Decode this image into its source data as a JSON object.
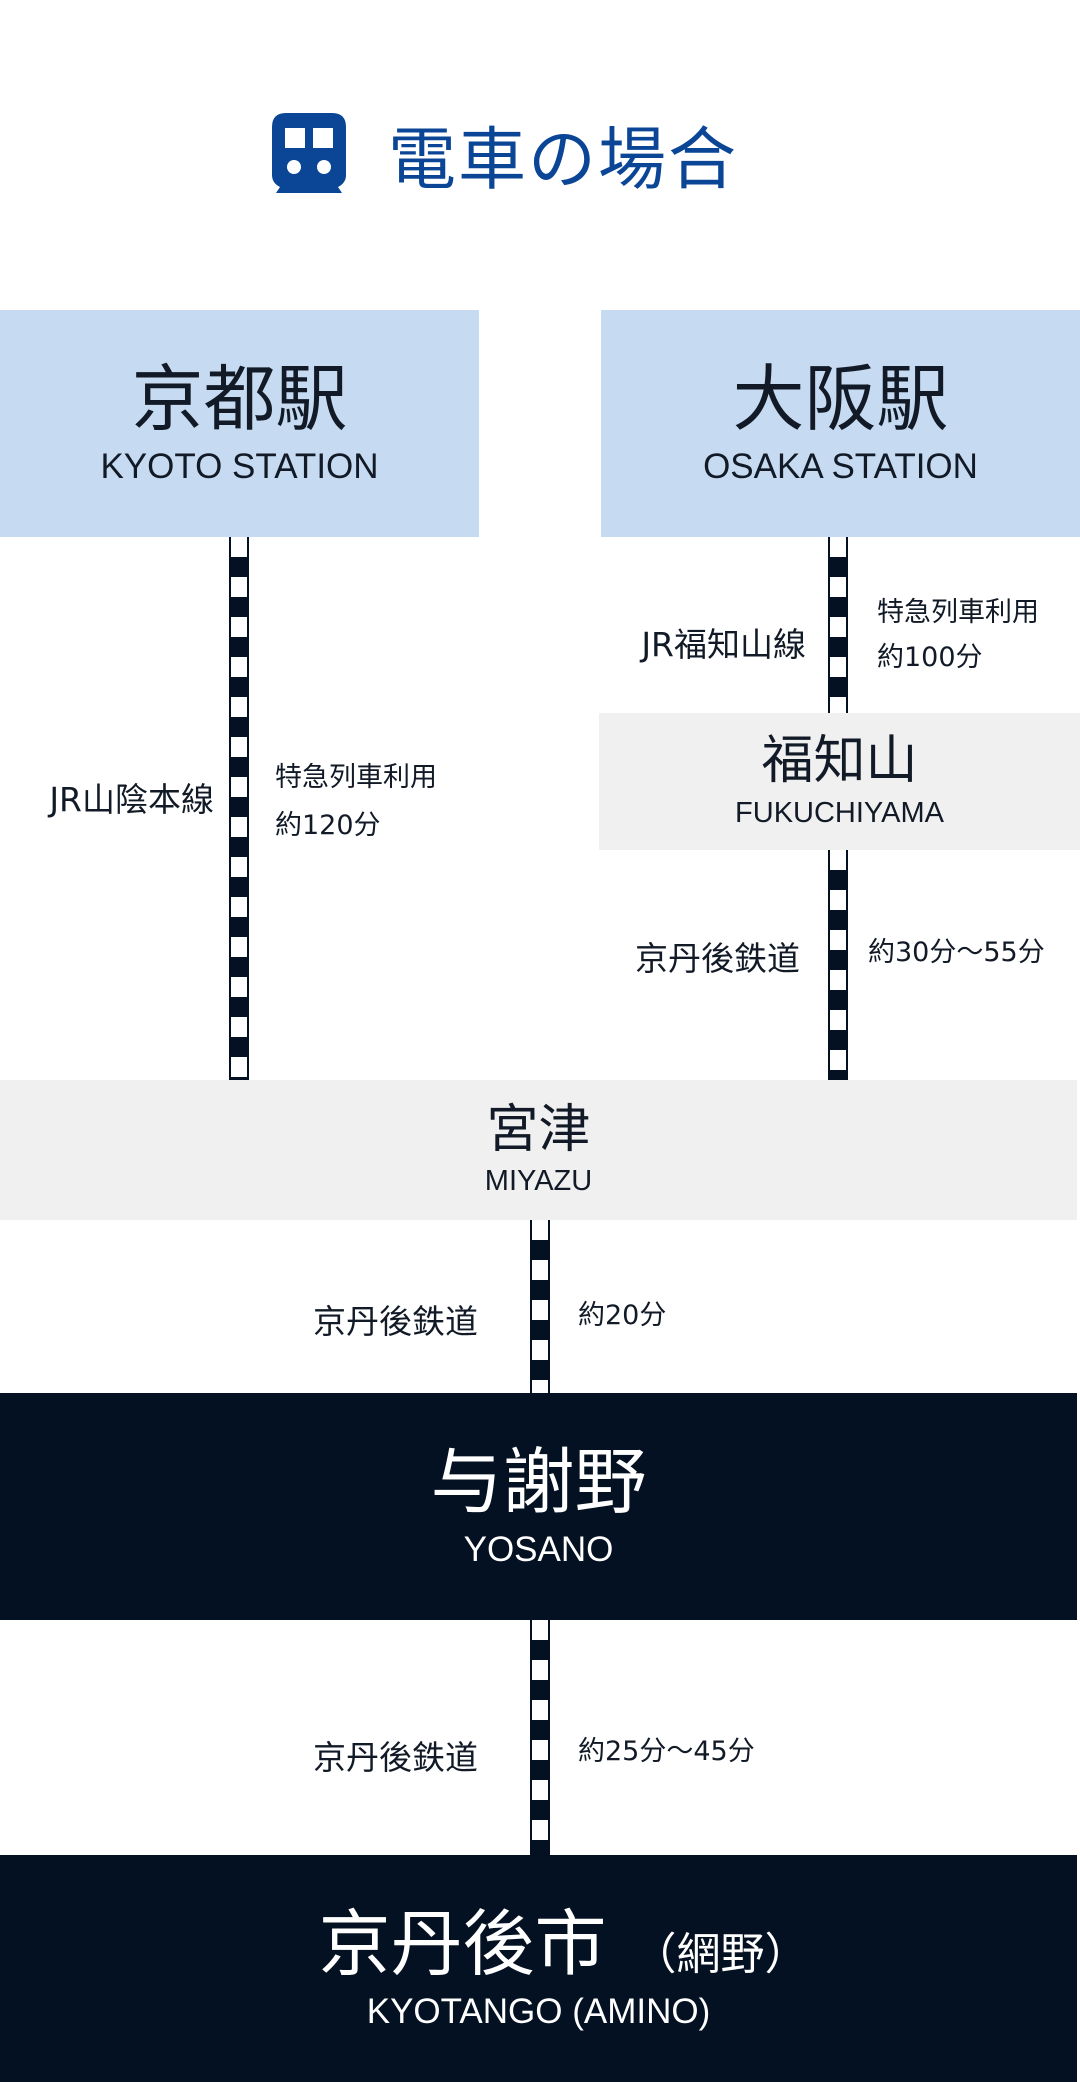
{
  "header": {
    "icon": "train-icon",
    "title": "電車の場合",
    "color": "#0a4596"
  },
  "stations": {
    "kyoto": {
      "ja": "京都駅",
      "en": "KYOTO STATION"
    },
    "osaka": {
      "ja": "大阪駅",
      "en": "OSAKA STATION"
    },
    "fukuchiyama": {
      "ja": "福知山",
      "en": "FUKUCHIYAMA"
    },
    "miyazu": {
      "ja": "宮津",
      "en": "MIYAZU"
    },
    "yosano": {
      "ja": "与謝野",
      "en": "YOSANO"
    },
    "kyotango": {
      "ja": "京丹後市",
      "ja_sub": "（網野）",
      "en": "KYOTANGO (AMINO)"
    }
  },
  "segments": {
    "kyoto_miyazu": {
      "line": "JR山陰本線",
      "note1": "特急列車利用",
      "note2": "約120分"
    },
    "osaka_fukuchiyama": {
      "line": "JR福知山線",
      "note1": "特急列車利用",
      "note2": "約100分"
    },
    "fukuchiyama_miyazu": {
      "line": "京丹後鉄道",
      "note": "約30分～55分"
    },
    "miyazu_yosano": {
      "line": "京丹後鉄道",
      "note": "約20分"
    },
    "yosano_kyotango": {
      "line": "京丹後鉄道",
      "note": "約25分～45分"
    }
  }
}
